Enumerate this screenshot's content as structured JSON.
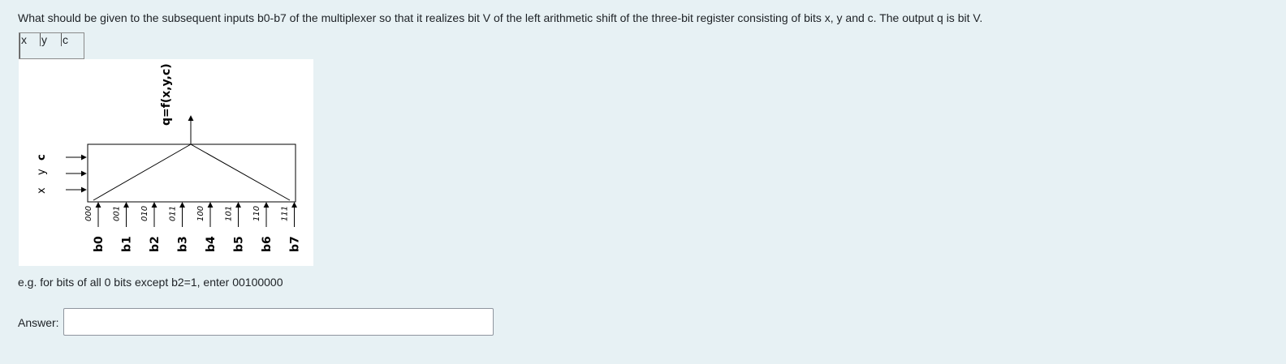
{
  "question": {
    "text": "What should be given to the subsequent inputs b0-b7 of the multiplexer so that it realizes bit V of the left arithmetic shift of the three-bit register consisting of bits x, y and c. The output q is bit V."
  },
  "register": {
    "cells": [
      "x",
      "y",
      "c"
    ]
  },
  "diagram": {
    "select_inputs": [
      "x",
      "y",
      "c"
    ],
    "output_label": "q=f(x,y,c)",
    "data_inputs": [
      {
        "code": "000",
        "label": "b0"
      },
      {
        "code": "001",
        "label": "b1"
      },
      {
        "code": "010",
        "label": "b2"
      },
      {
        "code": "011",
        "label": "b3"
      },
      {
        "code": "100",
        "label": "b4"
      },
      {
        "code": "101",
        "label": "b5"
      },
      {
        "code": "110",
        "label": "b6"
      },
      {
        "code": "111",
        "label": "b7"
      }
    ]
  },
  "example": {
    "text": "e.g. for bits of all 0 bits except b2=1, enter 00100000"
  },
  "answer": {
    "label": "Answer:",
    "value": "",
    "placeholder": ""
  }
}
